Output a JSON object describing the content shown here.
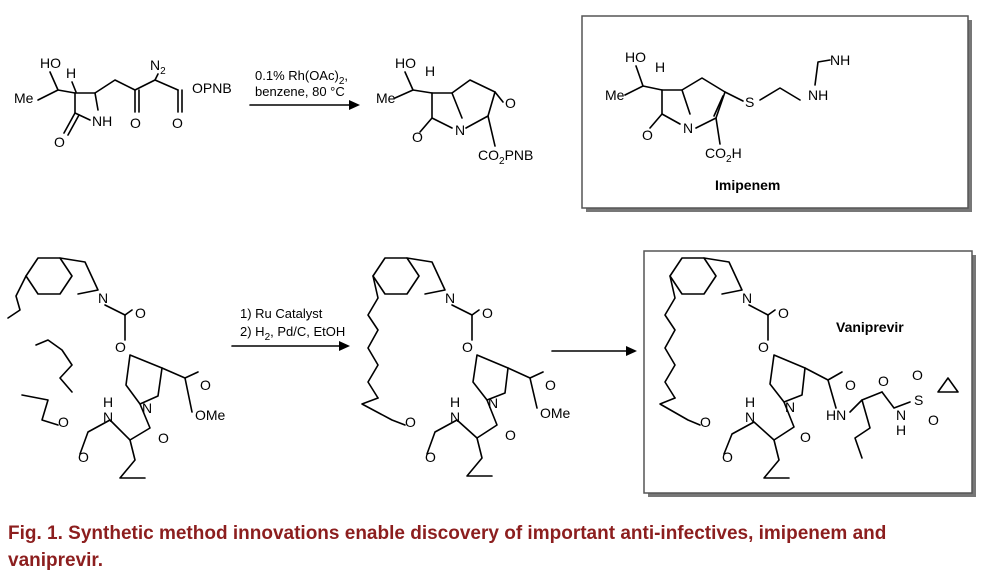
{
  "scheme1": {
    "reactant": {
      "labels": [
        "HO",
        "H",
        "Me",
        "N",
        "2",
        "OPNB",
        "NH",
        "O",
        "O",
        "O"
      ]
    },
    "conditions": {
      "line1": "0.1% Rh(OAc)",
      "line1_sub": "2",
      "line1_end": ",",
      "line2": "benzene, 80 °C"
    },
    "product": {
      "labels": [
        "HO",
        "H",
        "Me",
        "O",
        "N",
        "O",
        "CO",
        "2",
        "PNB"
      ]
    },
    "boxed": {
      "labels": [
        "HO",
        "H",
        "Me",
        "O",
        "N",
        "S",
        "NH",
        "NH",
        "CO",
        "2",
        "H"
      ],
      "name": "Imipenem"
    }
  },
  "scheme2": {
    "reactant": {
      "labels": [
        "N",
        "O",
        "O",
        "N",
        "O",
        "OMe",
        "O",
        "H",
        "N",
        "O",
        "O"
      ]
    },
    "conditions": {
      "line1": "1) Ru Catalyst",
      "line2": "2) H",
      "line2_sub": "2",
      "line2_end": ", Pd/C, EtOH"
    },
    "product": {
      "labels": [
        "N",
        "O",
        "O",
        "N",
        "O",
        "OMe",
        "O",
        "H",
        "N",
        "O",
        "O"
      ]
    },
    "boxed": {
      "labels": [
        "N",
        "O",
        "O",
        "N",
        "O",
        "O",
        "H",
        "N",
        "O",
        "O",
        "HN",
        "O",
        "N",
        "H",
        "S",
        "O",
        "O"
      ],
      "name": "Vaniprevir"
    }
  },
  "caption": "Fig. 1. Synthetic method innovations enable discovery of important anti-infectives, imipenem and vaniprevir."
}
